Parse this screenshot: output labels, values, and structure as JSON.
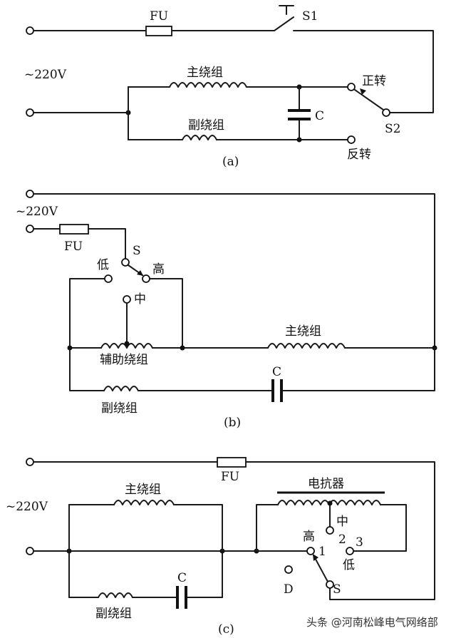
{
  "diagram_a": {
    "caption": "(a)",
    "supply": "~220V",
    "fuse": "FU",
    "switch1": "S1",
    "switch2": "S2",
    "main_winding": "主绕组",
    "aux_winding": "副绕组",
    "capacitor": "C",
    "forward": "正转",
    "reverse": "反转"
  },
  "diagram_b": {
    "caption": "(b)",
    "supply": "~220V",
    "fuse": "FU",
    "switch": "S",
    "low": "低",
    "high": "高",
    "mid": "中",
    "helper_winding": "辅助绕组",
    "main_winding": "主绕组",
    "aux_winding": "副绕组",
    "capacitor": "C"
  },
  "diagram_c": {
    "caption": "(c)",
    "supply": "~220V",
    "fuse": "FU",
    "reactor": "电抗器",
    "main_winding": "主绕组",
    "aux_winding": "副绕组",
    "capacitor": "C",
    "high": "高",
    "mid": "中",
    "low": "低",
    "pos1": "1",
    "pos2": "2",
    "pos3": "3",
    "off": "D",
    "switch": "S"
  },
  "watermark": "头条 @河南松峰电气网络部"
}
